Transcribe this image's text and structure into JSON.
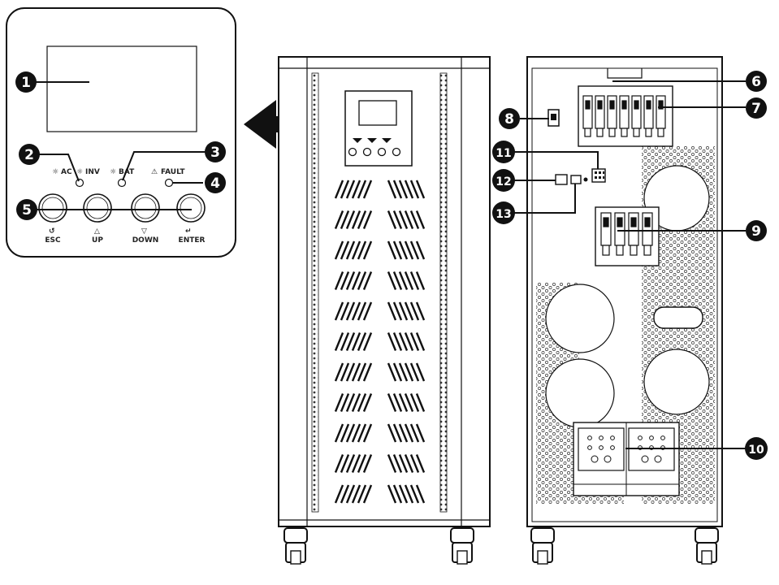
{
  "panel": {
    "led_labels": {
      "ac": "AC",
      "inv": "INV",
      "bat": "BAT",
      "fault": "FAULT"
    },
    "buttons": [
      {
        "id": "esc",
        "label": "ESC",
        "icon": "return-icon"
      },
      {
        "id": "up",
        "label": "UP",
        "icon": "triangle-up-icon"
      },
      {
        "id": "down",
        "label": "DOWN",
        "icon": "triangle-down-icon"
      },
      {
        "id": "enter",
        "label": "ENTER",
        "icon": "enter-arrow-icon"
      }
    ]
  },
  "callouts": [
    "1",
    "2",
    "3",
    "4",
    "5",
    "6",
    "7",
    "8",
    "9",
    "10",
    "11",
    "12",
    "13"
  ],
  "colors": {
    "line": "#111111",
    "callout_fill": "#111111",
    "callout_text": "#ffffff",
    "background": "#ffffff"
  }
}
